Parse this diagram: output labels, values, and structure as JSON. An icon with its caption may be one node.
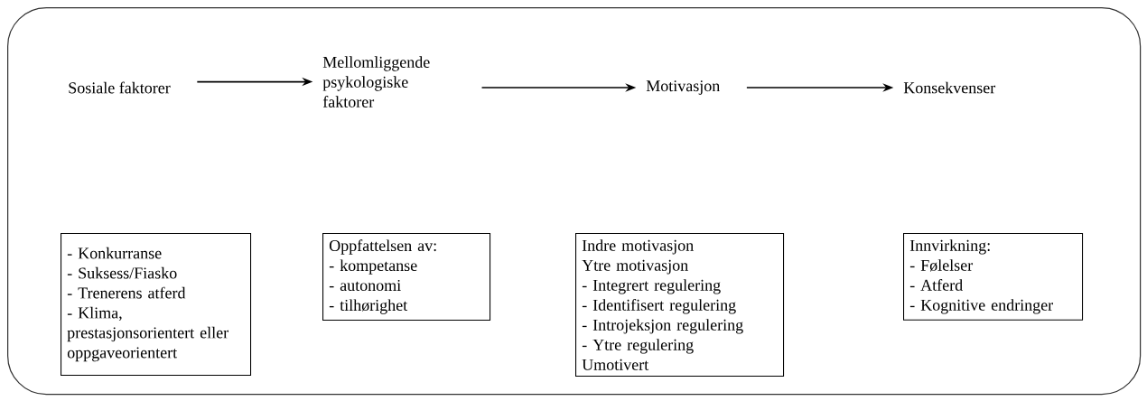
{
  "diagram": {
    "nodes": [
      {
        "text": [],
        "shape": "box"
      },
      {
        "text": [
          "Sosiale faktorer"
        ],
        "in": 0
      },
      {
        "text": [
          "Mellomliggende psykologiske faktorer"
        ],
        "in": 0
      },
      {
        "text": [
          "Motivasjon"
        ],
        "in": 0
      },
      {
        "text": [
          "Konsekvenser"
        ],
        "in": 0
      },
      {
        "text": [
          "- Konkurranse",
          "- Suksess/Fiasko",
          "- Trenerens atferd",
          "- Klima, prestasjonsorientert eller oppgaveorientert"
        ],
        "in": 0
      },
      {
        "text": [
          "Oppfattelsen av:",
          "- kompetanse",
          "- autonomi",
          "- tilhørighet"
        ],
        "in": 0
      },
      {
        "text": [
          "Indre motivasjon",
          "Ytre motivasjon",
          "- Integrert regulering",
          "- Identifisert regulering",
          "- Introjeksjon regulering",
          "- Ytre regulering",
          "Umotivert"
        ],
        "in": 0
      },
      {
        "text": [
          "Innvirkning:",
          "- Følelser",
          "- Atferd",
          "- Kognitive endringer"
        ],
        "in": 0
      }
    ],
    "edges": [
      {
        "from": 1,
        "to": 2,
        "arrow": "to"
      },
      {
        "from": 2,
        "to": 3,
        "arrow": "to"
      },
      {
        "from": 3,
        "to": 4,
        "arrow": "to"
      }
    ]
  }
}
